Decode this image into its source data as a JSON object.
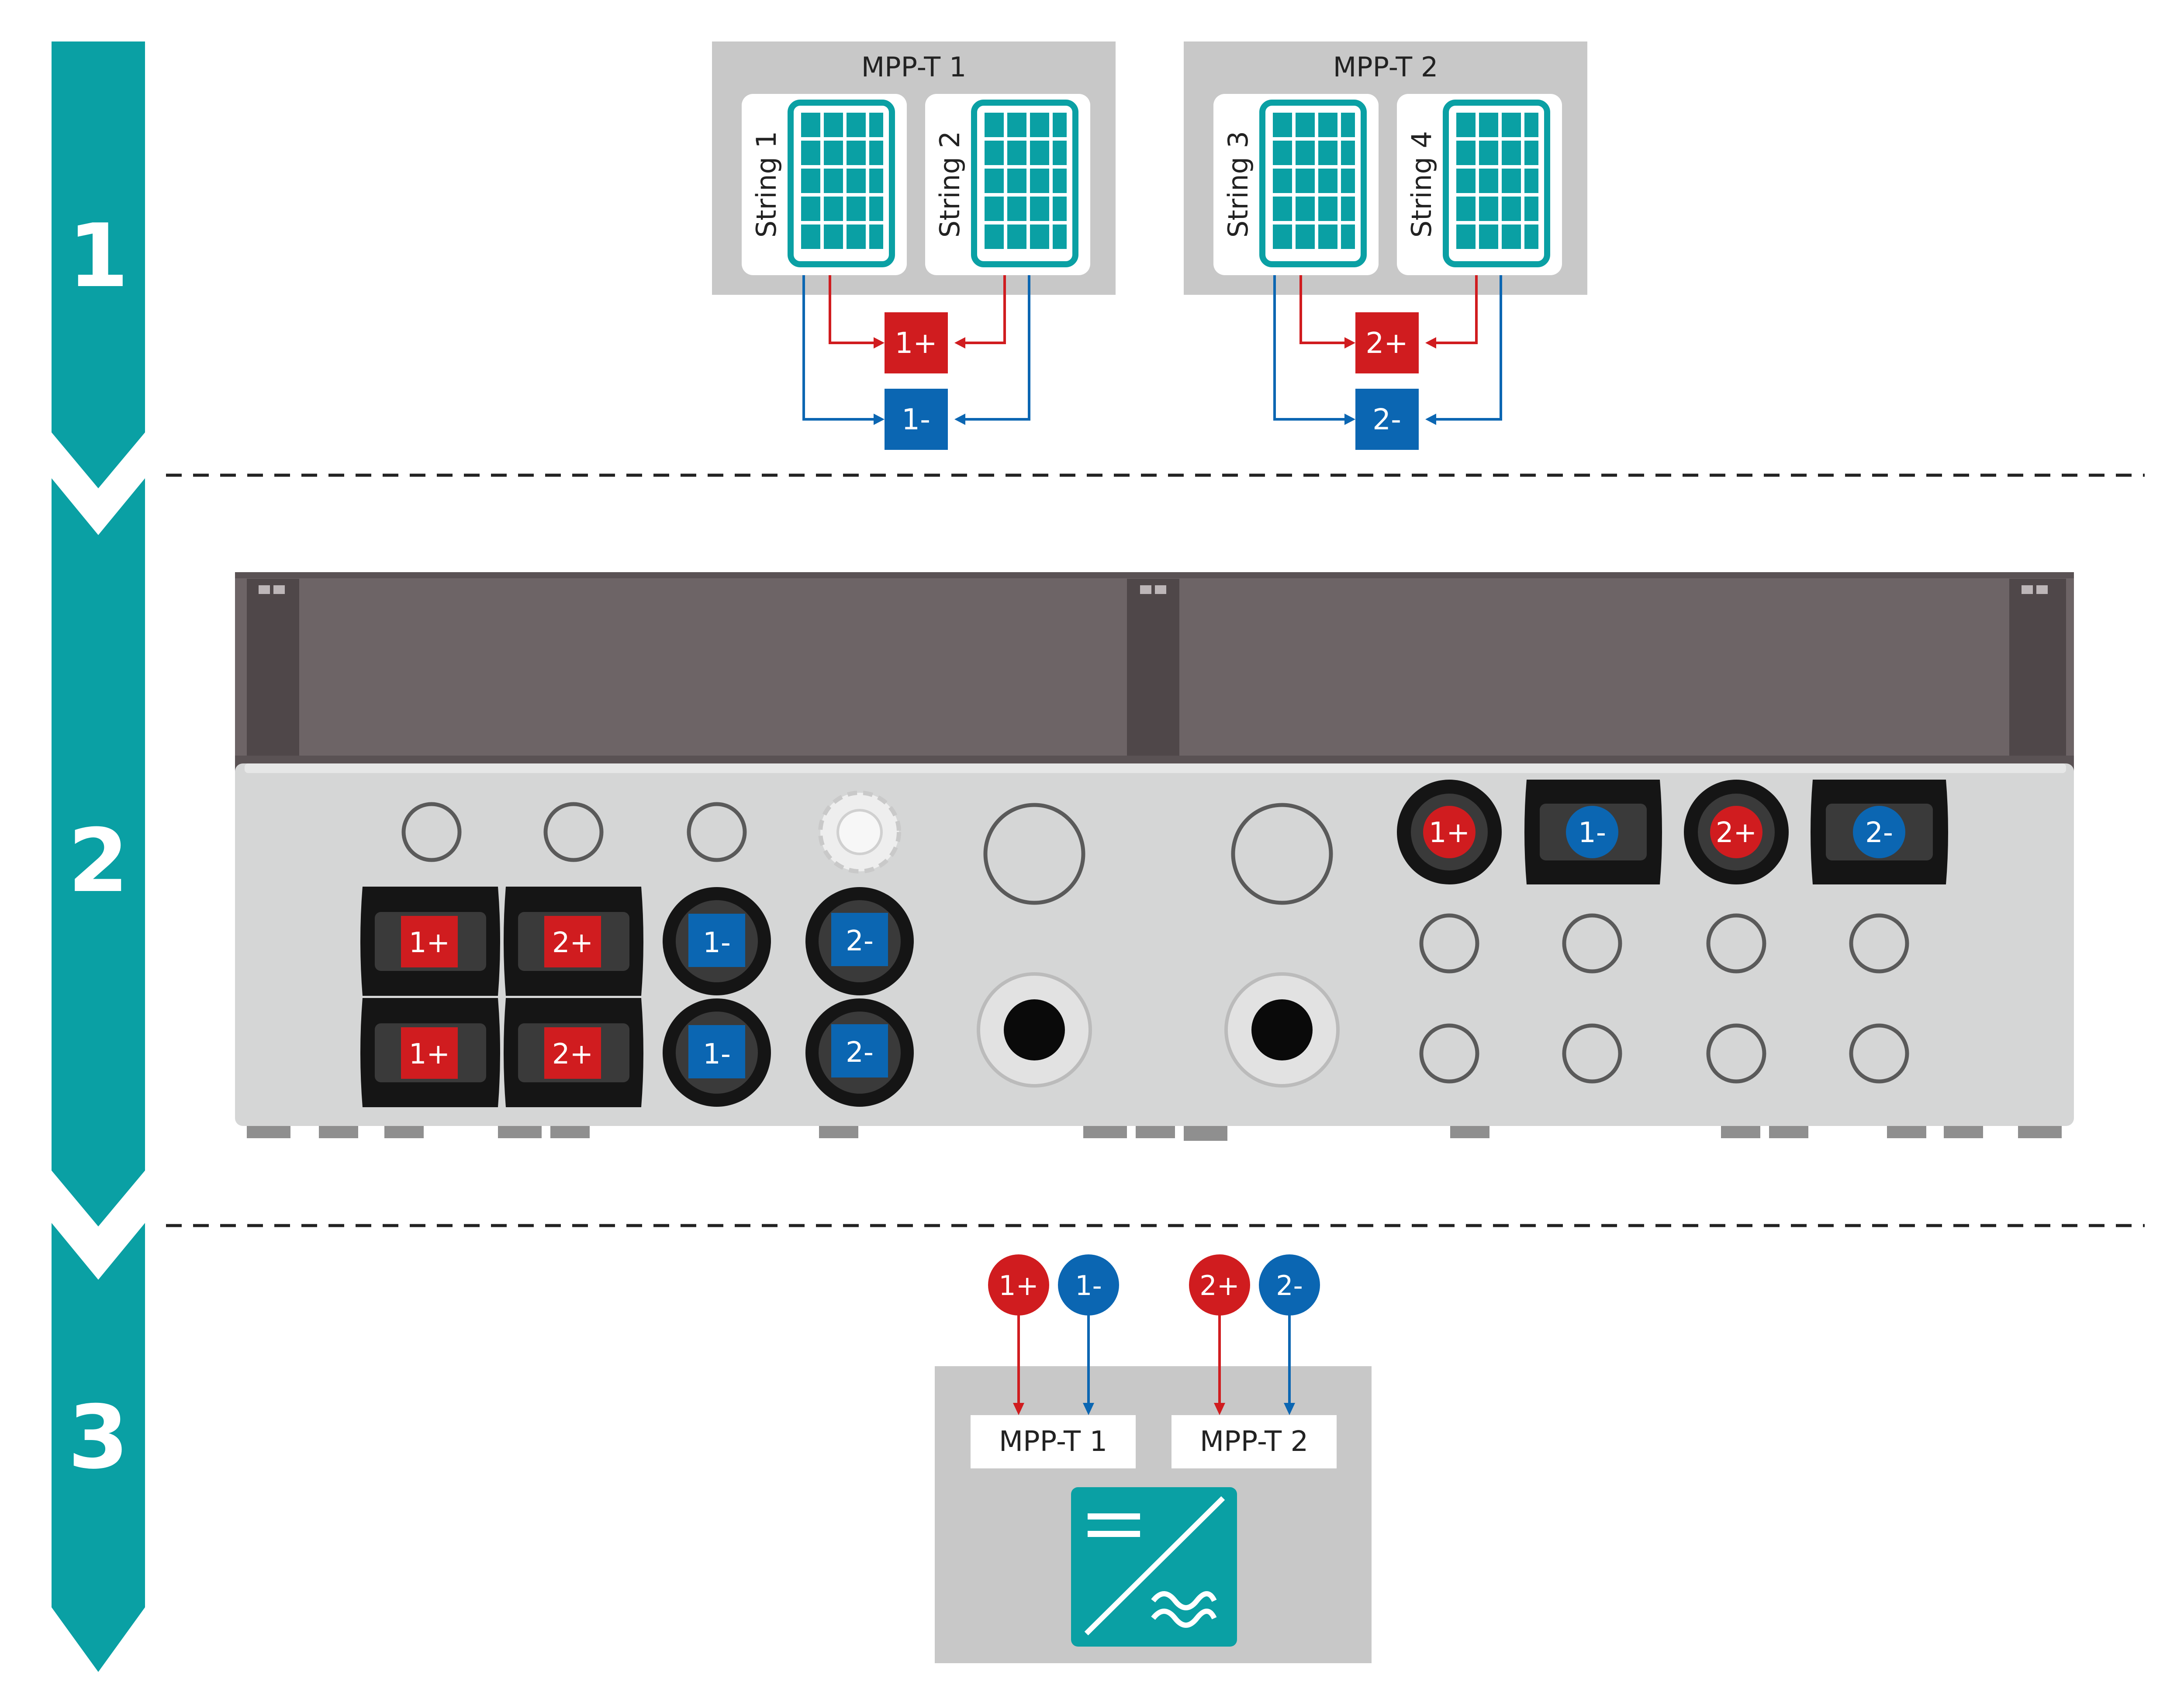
{
  "steps": [
    "1",
    "2",
    "3"
  ],
  "mppt_groups": [
    {
      "title": "MPP-T 1",
      "strings": [
        "String 1",
        "String 2"
      ],
      "plus": "1+",
      "minus": "1-"
    },
    {
      "title": "MPP-T 2",
      "strings": [
        "String 3",
        "String 4"
      ],
      "plus": "2+",
      "minus": "2-"
    }
  ],
  "box": {
    "top_connectors": [
      "1+",
      "1-",
      "2+",
      "2-"
    ],
    "left_connector_rows": [
      [
        "1+",
        "2+",
        "1-",
        "2-"
      ],
      [
        "1+",
        "2+",
        "1-",
        "2-"
      ]
    ]
  },
  "inverter": {
    "inputs": [
      "1+",
      "1-",
      "2+",
      "2-"
    ],
    "mppt_labels": [
      "MPP-T 1",
      "MPP-T 2"
    ]
  },
  "colors": {
    "teal": "#0aa0a4",
    "red": "#d01c1f",
    "blue": "#0b66b2",
    "panel_gray": "#c8c8c8",
    "lid_brown": "#6d6466"
  },
  "icons": [
    "step-arrow",
    "solar-panel-icon",
    "dc-ac-inverter-icon",
    "mc4-connector",
    "cable-gland"
  ]
}
